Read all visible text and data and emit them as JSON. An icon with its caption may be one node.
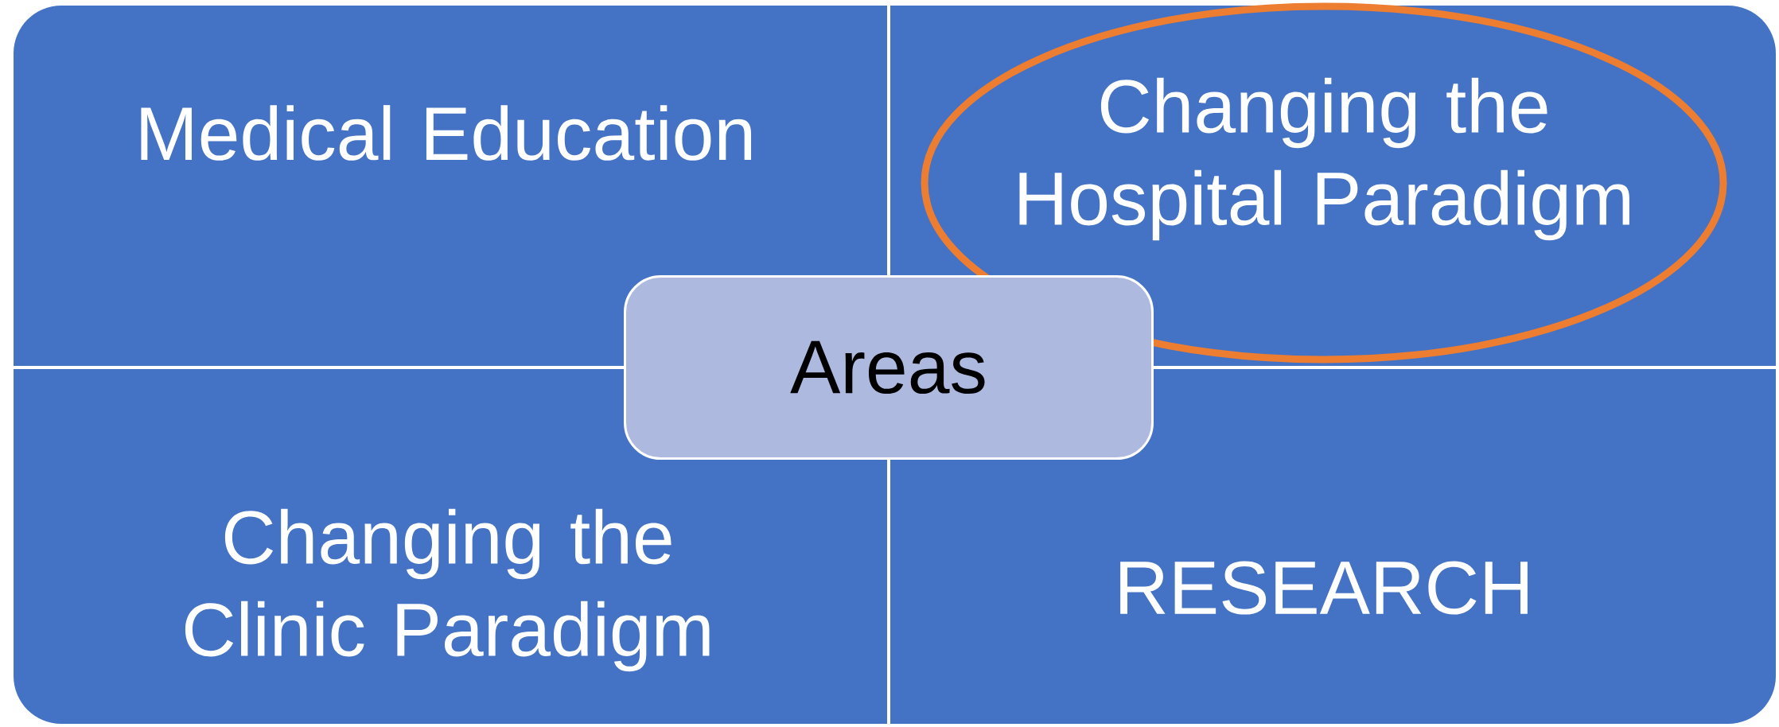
{
  "diagram": {
    "nodes": [
      {
        "text": [
          "Medical Education"
        ]
      },
      {
        "text": [
          "Changing the Hospital Paradigm"
        ]
      },
      {
        "text": [
          "Changing the Clinic Paradigm"
        ]
      },
      {
        "text": [
          "RESEARCH"
        ]
      },
      {
        "text": [
          "Areas"
        ]
      }
    ]
  }
}
